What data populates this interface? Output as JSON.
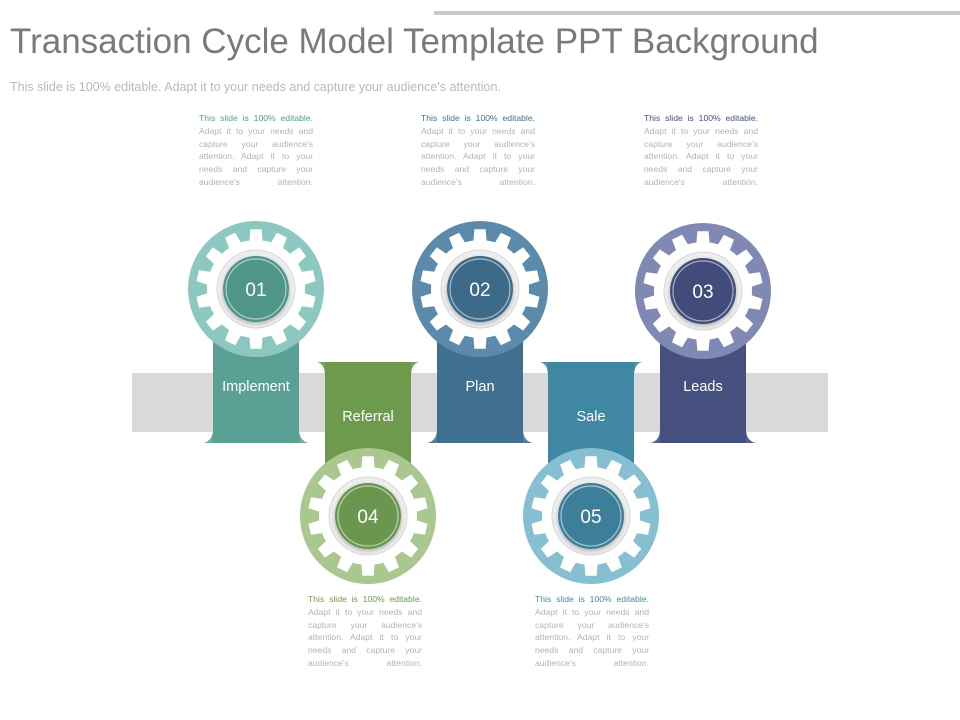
{
  "title": "Transaction Cycle Model Template PPT Background",
  "subtitle": "This slide is 100% editable. Adapt it to your needs and capture your audience's attention.",
  "steps": [
    {
      "number": "01",
      "label": "Implement",
      "color": "#5ba095",
      "light": "#8cc8c0",
      "inner": "#4f9688"
    },
    {
      "number": "02",
      "label": "Plan",
      "color": "#40708f",
      "light": "#5b8aab",
      "inner": "#3c6a88"
    },
    {
      "number": "03",
      "label": "Leads",
      "color": "#46507e",
      "light": "#8088b4",
      "inner": "#434c7a"
    },
    {
      "number": "04",
      "label": "Referral",
      "color": "#6e9a4e",
      "light": "#a9c78e",
      "inner": "#6a9650"
    },
    {
      "number": "05",
      "label": "Sale",
      "color": "#3f87a2",
      "light": "#87bfd2",
      "inner": "#3d7f99"
    }
  ],
  "descriptions": [
    {
      "lead": "This slide is 100% editable.",
      "body": "Adapt it to your needs and capture your audience's attention. Adapt it to your needs and capture your audience's attention."
    },
    {
      "lead": "This slide is 100% editable.",
      "body": "Adapt it to your needs and capture your audience's attention. Adapt it to your needs and capture your audience's attention."
    },
    {
      "lead": "This slide is 100% editable.",
      "body": "Adapt it to your needs and capture your audience's attention. Adapt it to your needs and capture your audience's attention."
    },
    {
      "lead": "This slide is 100% editable.",
      "body": "Adapt it to your needs and capture your audience's attention. Adapt it to your needs and capture your audience's attention."
    },
    {
      "lead": "This slide is 100% editable.",
      "body": "Adapt it to your needs and capture your audience's attention. Adapt it to your needs and capture your audience's attention."
    }
  ],
  "band_color": "#d9d9d9"
}
